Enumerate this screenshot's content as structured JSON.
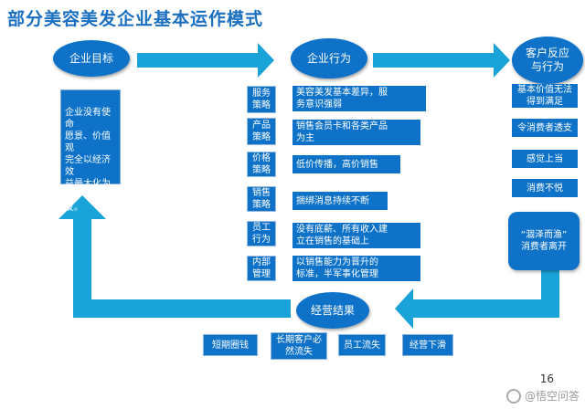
{
  "title": "部分美容美发企业基本运作模式",
  "nodes": {
    "goal": "企业目标",
    "behavior": "企业行为",
    "customer": "客户反应\n与行为",
    "result": "经营结果"
  },
  "goal_description": "企业没有使命\n愿景、价值观\n完全以经济效\n益最大化为出\n发。",
  "strategies": [
    {
      "label": "服务\n策略",
      "text": "美容美发基本差异，服\n务意识强弱"
    },
    {
      "label": "产品\n策略",
      "text": "销售会员卡和各类产品\n为主"
    },
    {
      "label": "价格\n策略",
      "text": "低价传播，高价销售"
    },
    {
      "label": "销售\n策略",
      "text": "捆绑消息持续不断"
    },
    {
      "label": "员工\n行为",
      "text": "没有底薪、所有收入建\n立在销售的基础上"
    },
    {
      "label": "内部\n管理",
      "text": "以销售能力为晋升的\n标准，半军事化管理"
    }
  ],
  "customer_reactions": [
    "基本价值无法\n得到满足",
    "令消费者透支",
    "感觉上当",
    "消费不悦"
  ],
  "customer_final": "“涸泽而渔”\n消费者离开",
  "results": [
    "短期圈钱",
    "长期客户必\n然流失",
    "员工流失",
    "经营下滑"
  ],
  "page_number": "16",
  "watermark": "@悟空问答",
  "colors": {
    "primary": "#0e72c8",
    "arrow": "#1aa3d8",
    "title": "#1a6fc0"
  }
}
